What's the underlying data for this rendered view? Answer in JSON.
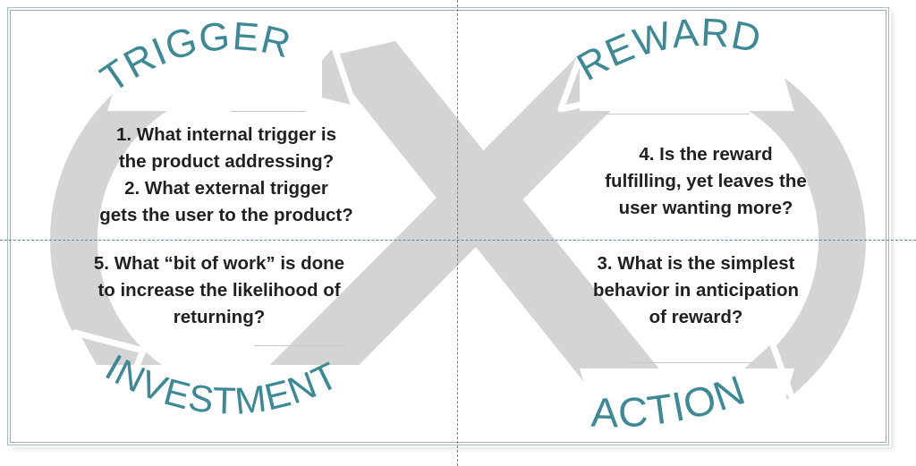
{
  "diagram": {
    "title": "Hook Model figure-eight loop",
    "colors": {
      "label_teal": "#3d8a96",
      "arrow_gray": "#d4d4d4",
      "text_black": "#231f20",
      "frame_teal": "#9dc3c6",
      "frame_gray": "#a9a9a9",
      "guide_blue": "#5b84b1"
    },
    "stages": [
      {
        "id": "trigger",
        "label": "TRIGGER",
        "questions": "1. What internal trigger is\nthe product addressing?\n2. What external trigger\ngets the user to the product?"
      },
      {
        "id": "reward",
        "label": "REWARD",
        "questions": "4. Is the reward\nfulfilling, yet leaves the\nuser wanting more?"
      },
      {
        "id": "investment",
        "label": "INVESTMENT",
        "questions": "5. What “bit of work” is done\nto increase the likelihood of\nreturning?"
      },
      {
        "id": "action",
        "label": "ACTION",
        "questions": "3. What is the simplest\nbehavior in anticipation\nof reward?"
      }
    ],
    "guides": {
      "vertical_label": "vertical-alignment-guide",
      "horizontal_label": "horizontal-alignment-guide"
    }
  }
}
